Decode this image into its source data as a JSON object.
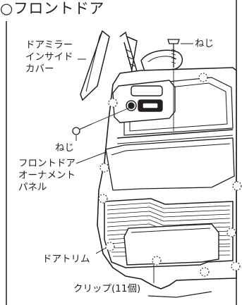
{
  "title": "○フロントドア",
  "labels": {
    "mirror_cover": [
      "ドアミラー",
      "インサイド",
      "カバー"
    ],
    "screw_top": "ねじ",
    "screw_left": "ねじ",
    "ornament_panel": [
      "フロントドア",
      "オーナメント",
      "パネル"
    ],
    "door_trim": "ドアトリム",
    "clips": "クリップ(11個)"
  },
  "colors": {
    "ink": "#231f20",
    "page_border": "#231f20",
    "dashed_clip": "#231f20"
  }
}
